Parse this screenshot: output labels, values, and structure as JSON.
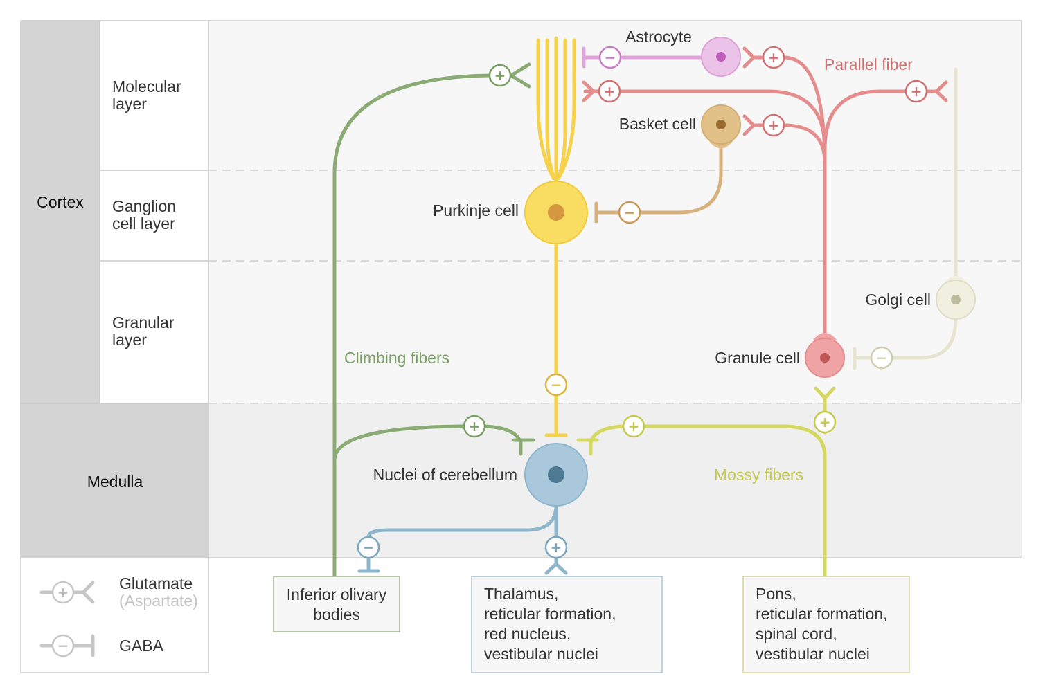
{
  "regions": {
    "cortex": "Cortex",
    "medulla": "Medulla"
  },
  "layers": {
    "molecular": [
      "Molecular",
      "layer"
    ],
    "ganglion": [
      "Ganglion",
      "cell layer"
    ],
    "granular": [
      "Granular",
      "layer"
    ]
  },
  "cells": {
    "astrocyte": "Astrocyte",
    "basket": "Basket cell",
    "purkinje": "Purkinje cell",
    "golgi": "Golgi cell",
    "granule": "Granule cell",
    "nuclei": "Nuclei of cerebellum"
  },
  "fibers": {
    "parallel": "Parallel fiber",
    "climbing": "Climbing fibers",
    "mossy": "Mossy fibers"
  },
  "boxes": {
    "olivary": [
      "Inferior olivary",
      "bodies"
    ],
    "thalamus": [
      "Thalamus,",
      "reticular formation,",
      "red nucleus,",
      "vestibular nuclei"
    ],
    "pons": [
      "Pons,",
      "reticular formation,",
      "spinal cord,",
      "vestibular nuclei"
    ]
  },
  "legend": {
    "glutamate": "Glutamate",
    "aspartate": "(Aspartate)",
    "gaba": "GABA"
  },
  "signs": {
    "plus": "+",
    "minus": "−"
  },
  "colors": {
    "purkinje": "#f5d24a",
    "astrocyte": "#d87fd0",
    "basket": "#c99b55",
    "parallel": "#e58c8c",
    "granule": "#e58c8c",
    "golgi": "#d9d7bd",
    "climbing": "#8aab74",
    "mossy": "#d4d860",
    "nuclei": "#8db6cc",
    "cortex_band": "#d4d4d4",
    "background": "#f7f7f7",
    "medulla_band": "#efefef"
  }
}
